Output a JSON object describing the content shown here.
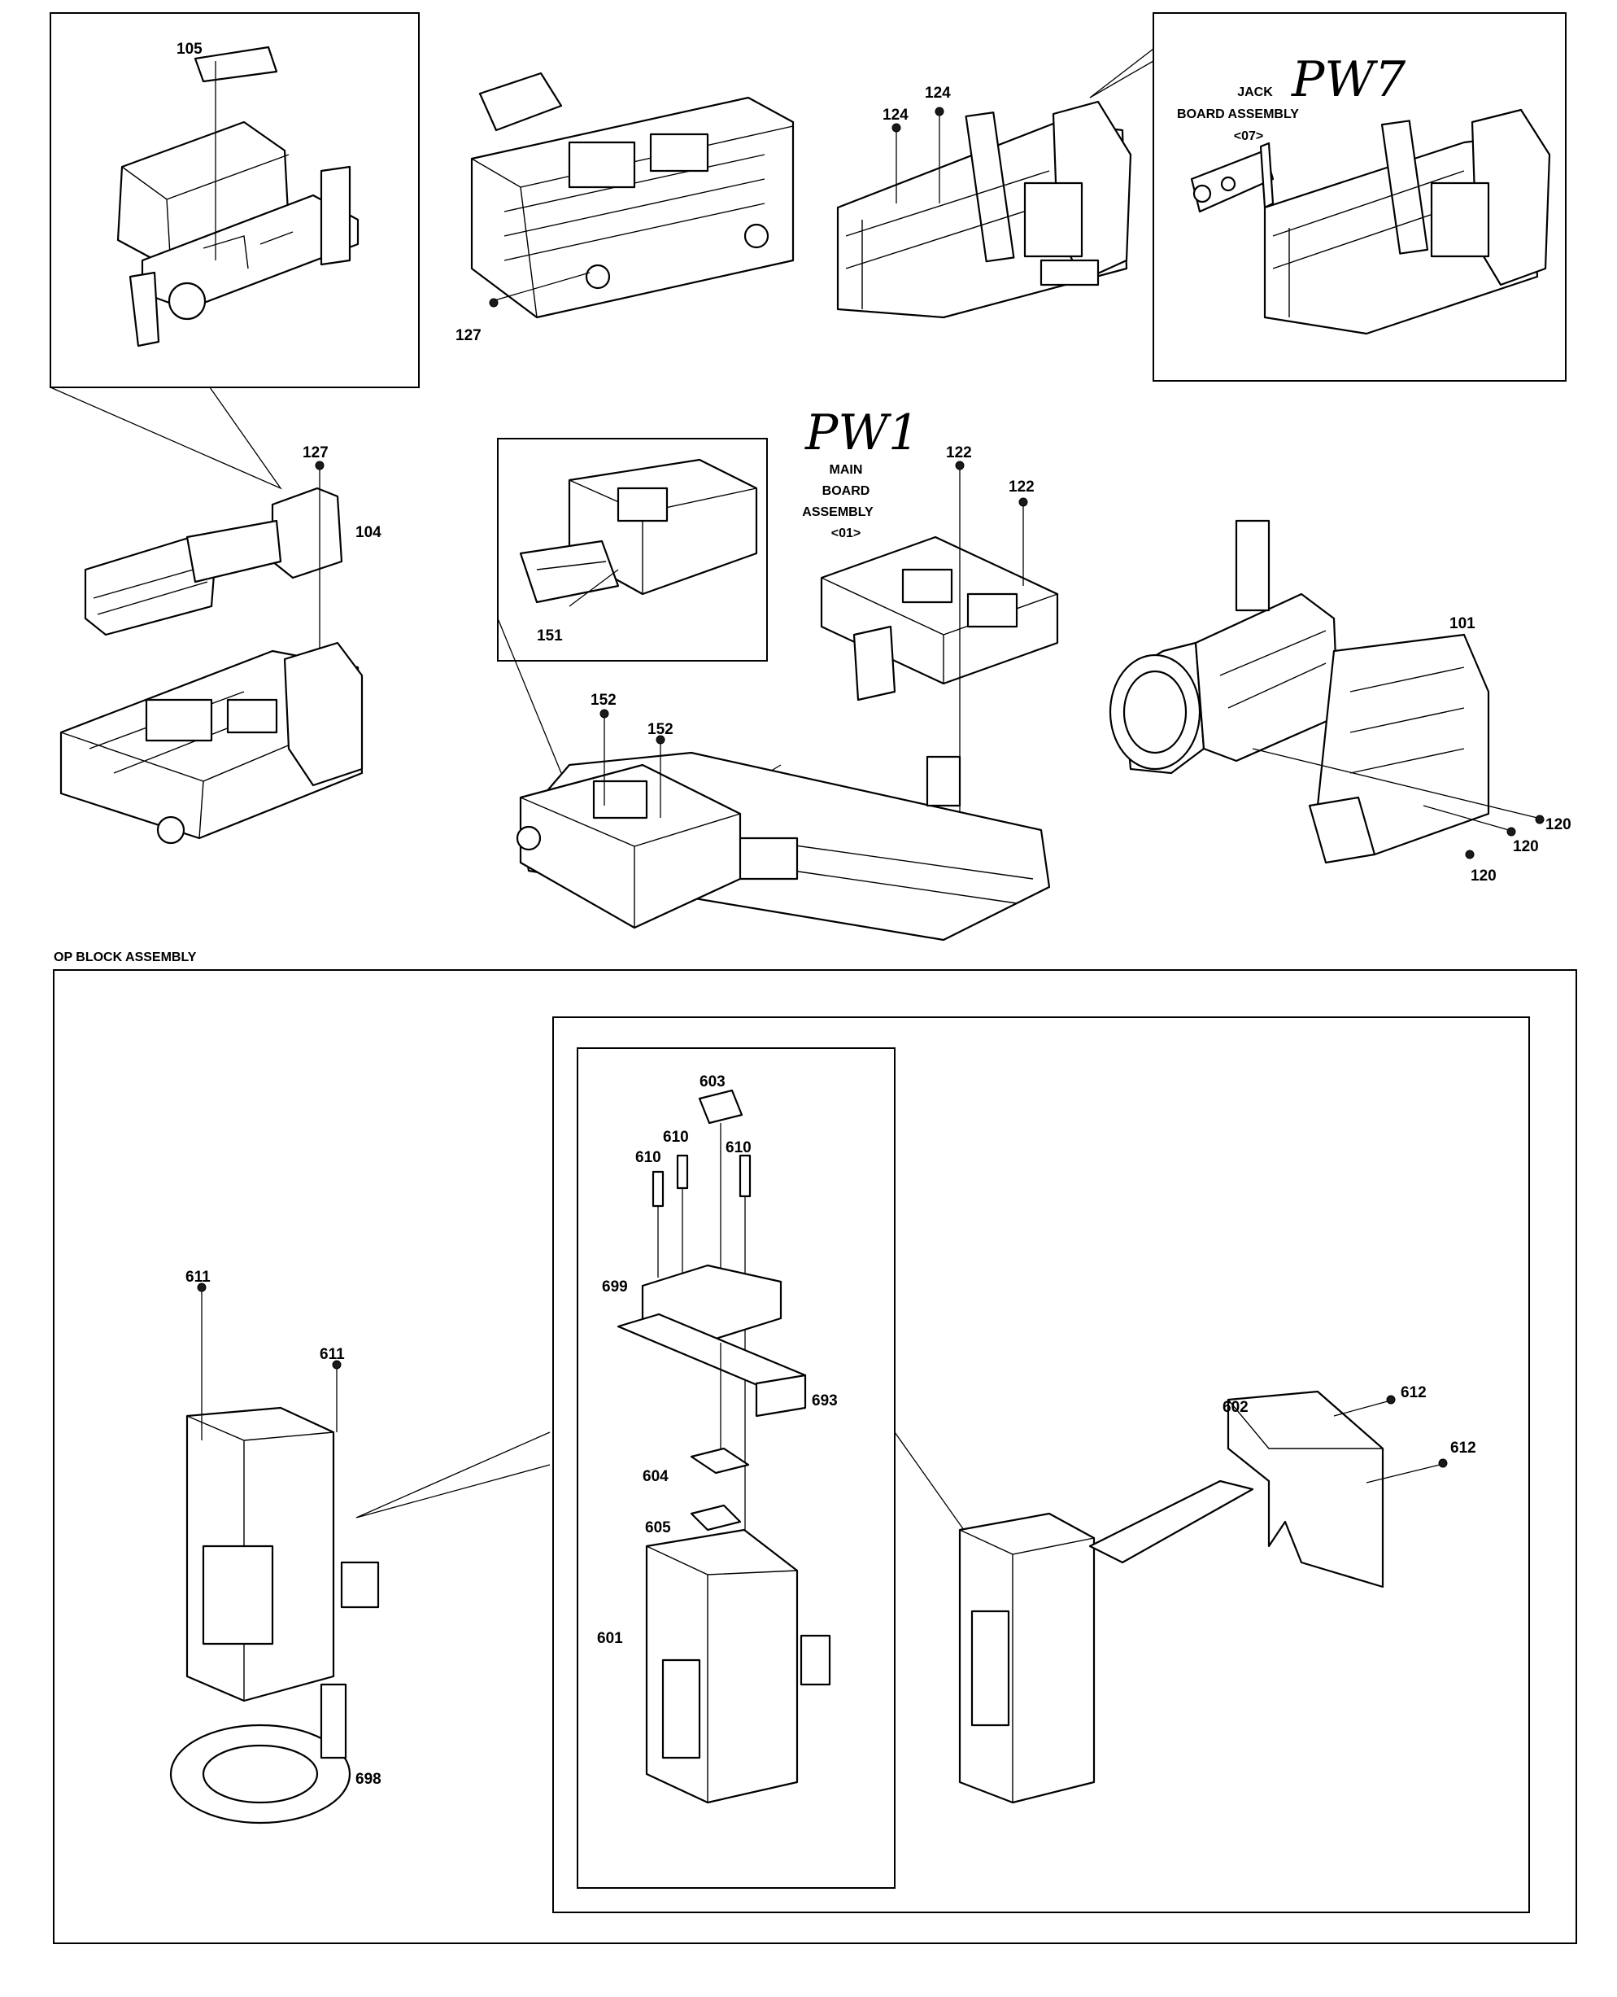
{
  "labels": {
    "p105": "105",
    "p127a": "127",
    "p127b": "127",
    "p124a": "124",
    "p124b": "124",
    "p104": "104",
    "p122a": "122",
    "p122b": "122",
    "p151": "151",
    "p152a": "152",
    "p152b": "152",
    "p101": "101",
    "p120a": "120",
    "p120b": "120",
    "p120c": "120",
    "p603": "603",
    "p610a": "610",
    "p610b": "610",
    "p610c": "610",
    "p611a": "611",
    "p611b": "611",
    "p699": "699",
    "p693": "693",
    "p604": "604",
    "p605": "605",
    "p601": "601",
    "p602": "602",
    "p612a": "612",
    "p612b": "612",
    "p698": "698"
  },
  "captions": {
    "jack_line1": "JACK",
    "jack_line2": "BOARD ASSEMBLY",
    "jack_line3": "<07>",
    "main_line1": "MAIN",
    "main_line2": "BOARD",
    "main_line3": "ASSEMBLY",
    "main_line4": "<01>",
    "op_block": "OP BLOCK ASSEMBLY"
  },
  "handwriting": {
    "pw7": "PW7",
    "pw1": "PW1"
  }
}
